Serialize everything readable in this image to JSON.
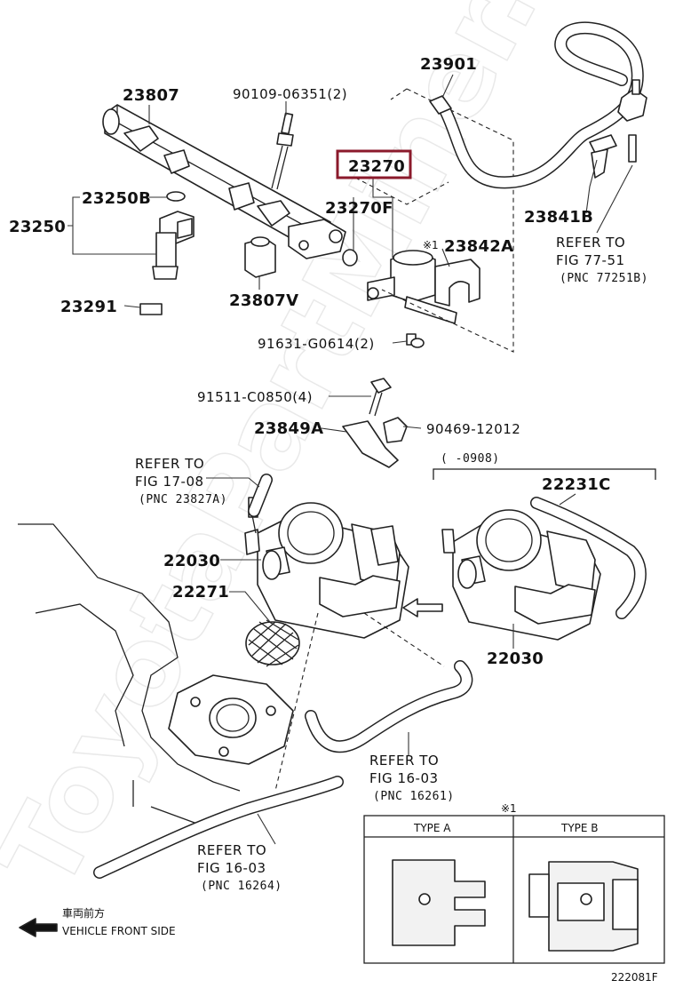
{
  "watermark": "ToyotaPartMiner.ru",
  "parts": {
    "p23807": "23807",
    "p90109": "90109-06351(2)",
    "p23901": "23901",
    "p23270": "23270",
    "p23250B": "23250B",
    "p23250": "23250",
    "p23270F": "23270F",
    "p23842A": "23842A",
    "p23842A_mark": "※1",
    "p23841B": "23841B",
    "p23291": "23291",
    "p23807V": "23807V",
    "p91631": "91631-G0614(2)",
    "p91511": "91511-C0850(4)",
    "p23849A": "23849A",
    "p90469": "90469-12012",
    "p22231C": "22231C",
    "p22030_left": "22030",
    "p22030_right": "22030",
    "p22271": "22271",
    "range_note": "(     -0908)"
  },
  "refs": {
    "r77": {
      "line1": "REFER TO",
      "line2": "FIG 77-51",
      "line3": "(PNC 77251B)"
    },
    "r17": {
      "line1": "REFER TO",
      "line2": "FIG 17-08",
      "line3": "(PNC 23827A)"
    },
    "r16a": {
      "line1": "REFER TO",
      "line2": "FIG 16-03",
      "line3": "(PNC 16261)"
    },
    "r16b": {
      "line1": "REFER TO",
      "line2": "FIG 16-03",
      "line3": "(PNC 16264)"
    }
  },
  "type_table": {
    "mark": "※1",
    "type_a": "TYPE A",
    "type_b": "TYPE B"
  },
  "front": {
    "japanese": "車両前方",
    "english": "VEHICLE FRONT SIDE"
  },
  "figure_code": "222081F",
  "colors": {
    "highlight": "#8b1a2b",
    "ink": "#222222"
  }
}
